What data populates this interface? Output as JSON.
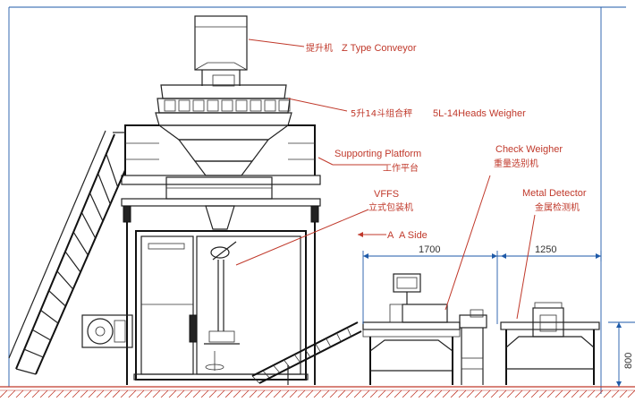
{
  "labels": {
    "z_conveyor_en": "Z Type Conveyor",
    "z_conveyor_zh": "提升机",
    "weigher_zh": "5升14斗组合秤",
    "weigher_en": "5L-14Heads Weigher",
    "platform_en": "Supporting Platform",
    "platform_zh": "工作平台",
    "vffs_en": "VFFS",
    "vffs_zh": "立式包装机",
    "a_side_letter": "A",
    "a_side_en": "A Side",
    "check_weigher_en": "Check Weigher",
    "check_weigher_zh": "重量选别机",
    "metal_detector_en": "Metal Detector",
    "metal_detector_zh": "金属检测机"
  },
  "dimensions": {
    "check_weigher_length": "1700",
    "metal_detector_length": "1250",
    "conveyor_height": "800"
  },
  "colors": {
    "label": "#c0392b",
    "dimension_line": "#1e5aa8",
    "drawing": "#222222"
  }
}
